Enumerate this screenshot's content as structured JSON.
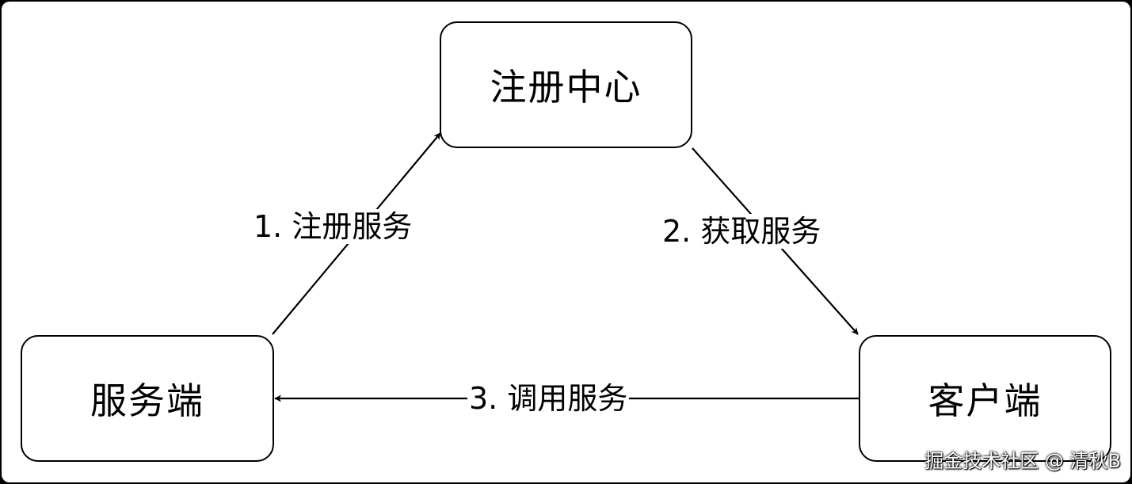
{
  "nodes": {
    "registry": "注册中心",
    "server": "服务端",
    "client": "客户端"
  },
  "edges": {
    "register": "1. 注册服务",
    "discover": "2. 获取服务",
    "invoke": "3. 调用服务"
  },
  "watermark": "掘金技术社区 @ 清秋B"
}
